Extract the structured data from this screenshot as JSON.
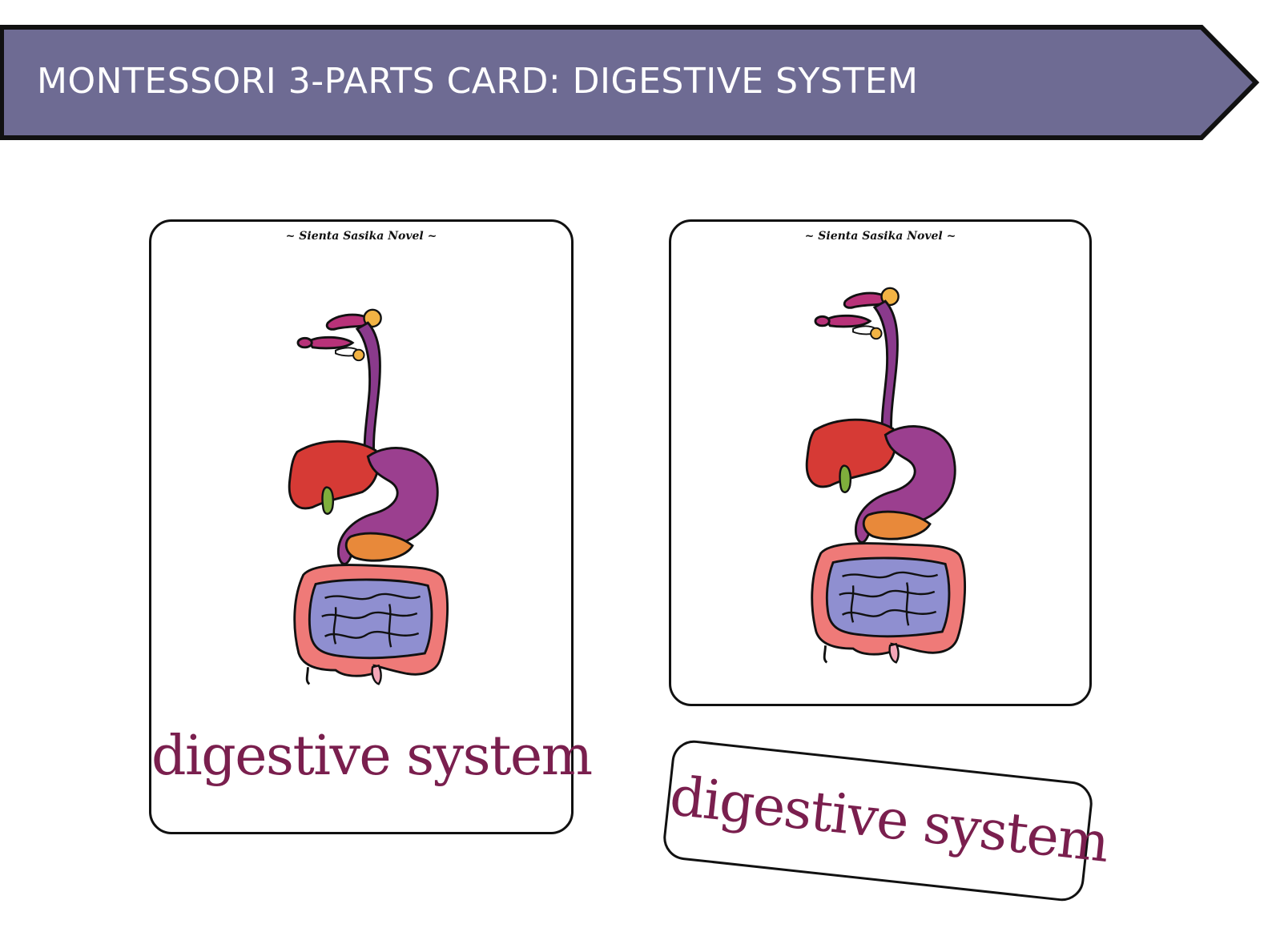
{
  "banner": {
    "title": "MONTESSORI 3-PARTS CARD: DIGESTIVE SYSTEM",
    "color": "#6e6b93"
  },
  "cards": {
    "full": {
      "credit": "~ Sienta Sasika Novel ~",
      "label": "digestive system",
      "picture": "digestive-system-illustration"
    },
    "picture": {
      "credit": "~ Sienta Sasika Novel ~",
      "picture": "digestive-system-illustration"
    },
    "label": {
      "label": "digestive system"
    }
  },
  "colors": {
    "label_text": "#7a1f4e",
    "esophagus": "#8a3a8c",
    "stomach": "#9b3f8f",
    "liver": "#d63a35",
    "gallbladder": "#7fae3c",
    "pancreas": "#e8893a",
    "large_intestine": "#ef7a78",
    "small_intestine": "#8f8fd0",
    "tongue": "#b83279",
    "teeth": "#f2b344"
  }
}
